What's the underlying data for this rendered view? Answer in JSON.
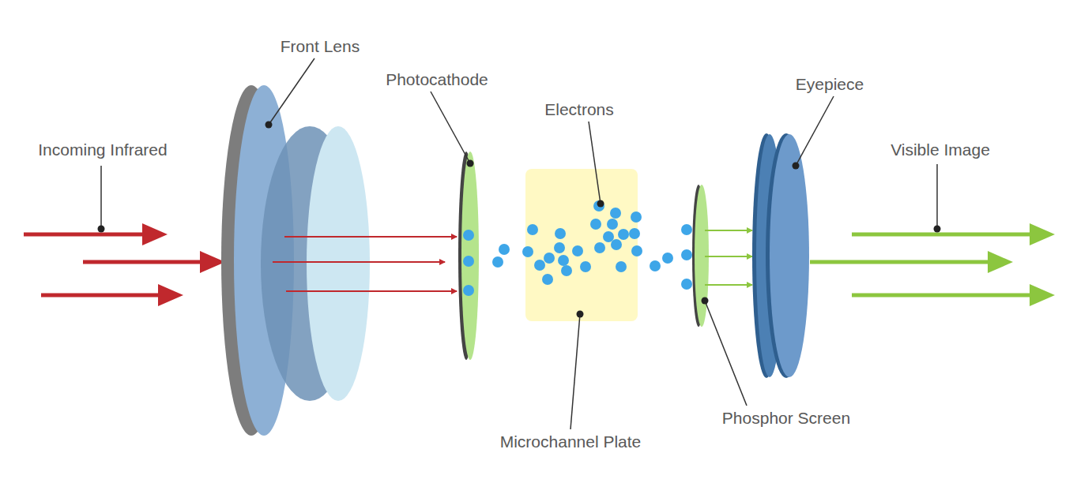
{
  "diagram": {
    "labels": [
      "Incoming Infrared",
      "Front Lens",
      "Photocathode",
      "Electrons",
      "Microchannel Plate",
      "Eyepiece",
      "Visible Image",
      "Phosphor Screen"
    ]
  }
}
